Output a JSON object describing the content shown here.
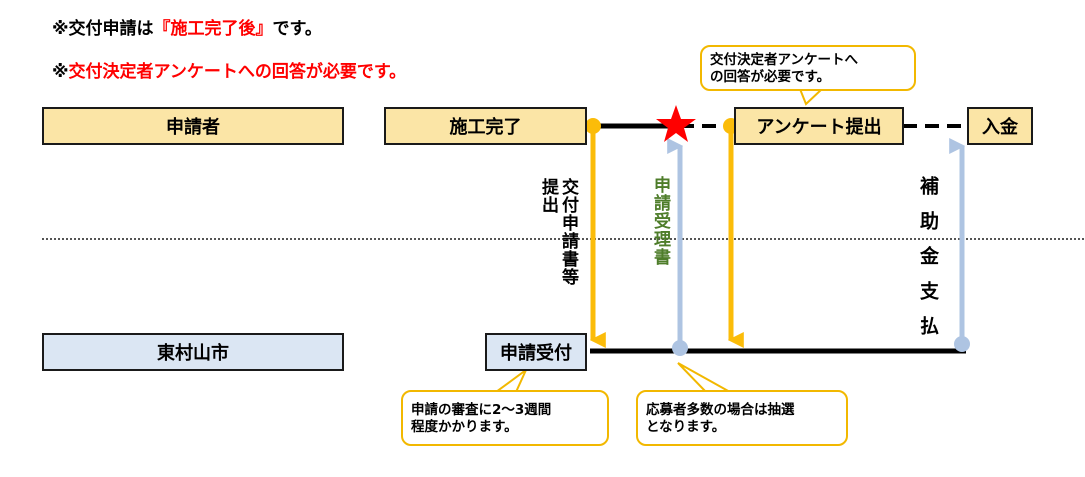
{
  "notes": {
    "line1_prefix": "※交付申請は",
    "line1_highlight": "『施工完了後』",
    "line1_suffix": "です。",
    "line2_mark": "※",
    "line2_text": "交付決定者アンケートへの回答が必要です。"
  },
  "boxes": {
    "applicant": "申請者",
    "construction_done": "施工完了",
    "survey_submit": "アンケート提出",
    "payment": "入金",
    "city": "東村山市",
    "application_received": "申請受付"
  },
  "vertical_labels": {
    "submit_docs": "交付申請書等\n提出",
    "acceptance_doc": "申請受理書",
    "subsidy_payment": "補助金支払"
  },
  "callouts": {
    "survey_required": "交付決定者アンケートへ\nの回答が必要です。",
    "review_period": "申請の審査に2～3週間\n程度かかります。",
    "lottery": "応募者多数の場合は抽選\nとなります。"
  },
  "colors": {
    "yellow_box": "#fbe5a6",
    "blue_box": "#dbe6f3",
    "arrow_yellow": "#fbbc09",
    "arrow_blue": "#aec4e2",
    "callout_border": "#f2b800",
    "star": "#ff0000",
    "red_text": "#ff0000",
    "green_text": "#4e7d2a"
  }
}
